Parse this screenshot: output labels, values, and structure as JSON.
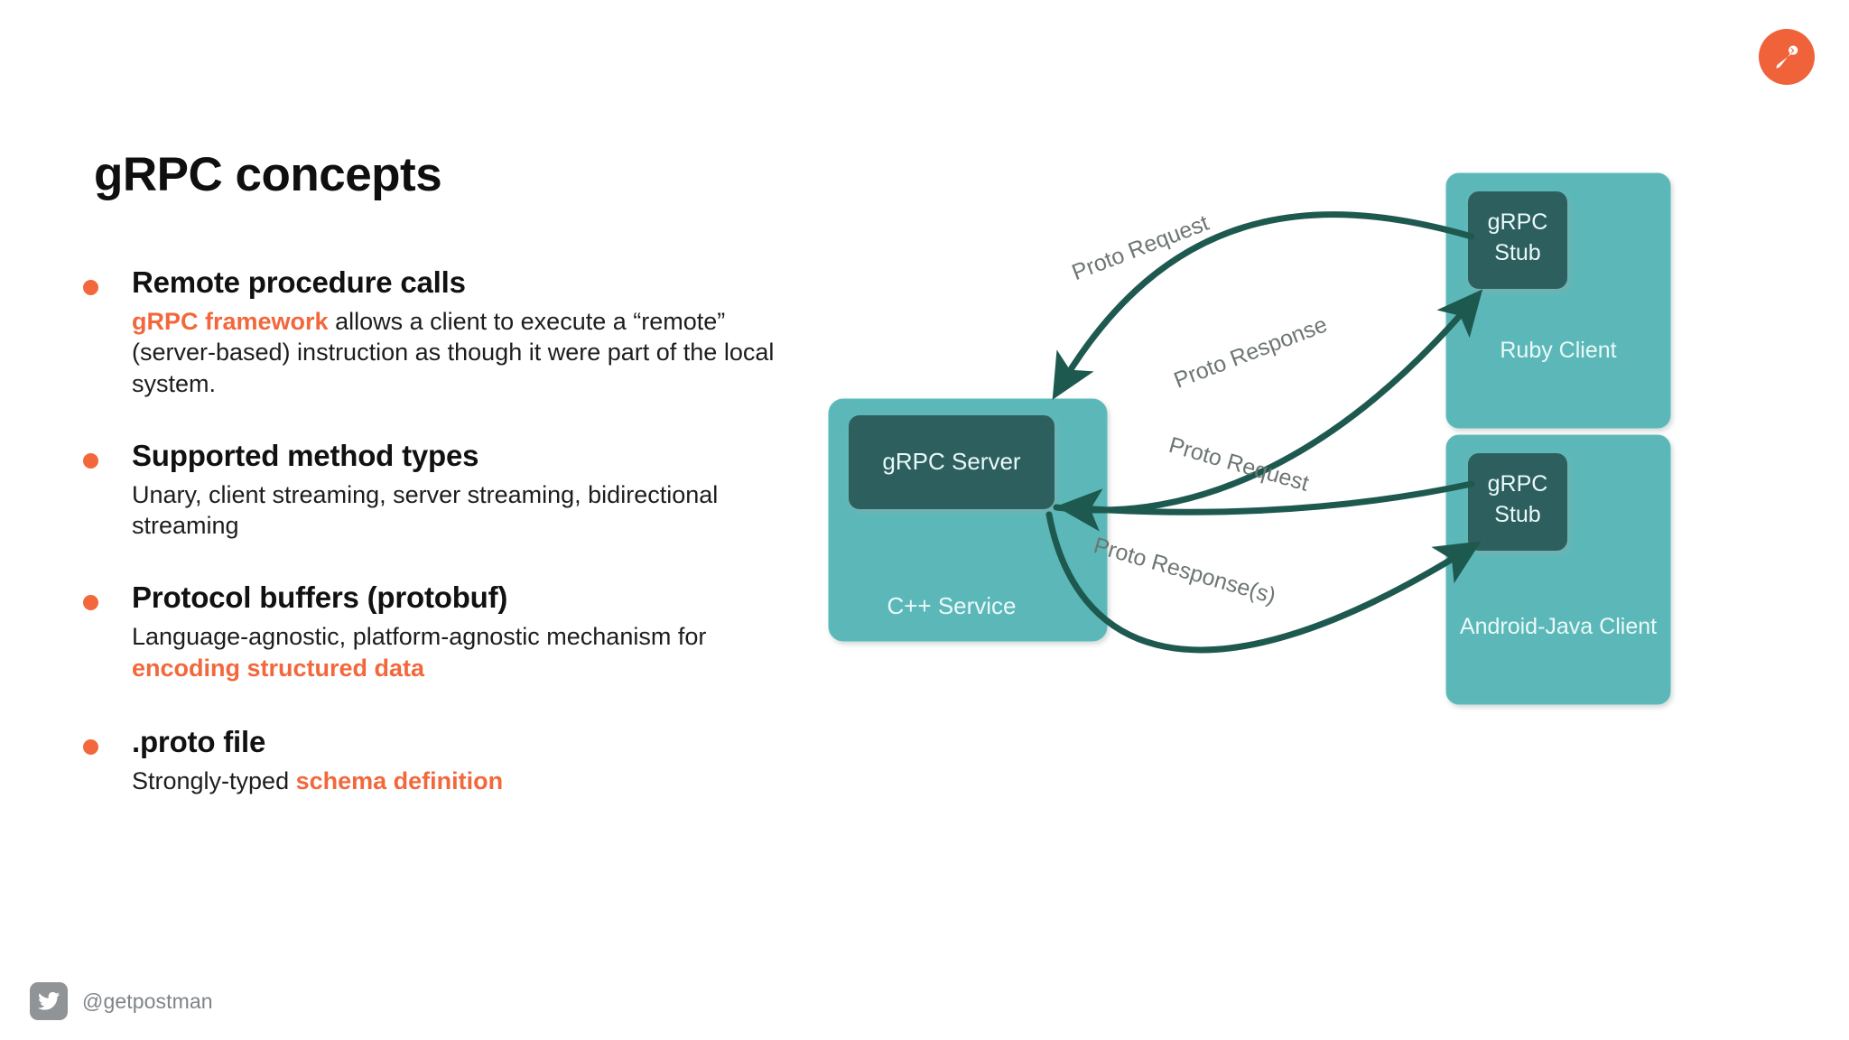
{
  "slide": {
    "title": "gRPC concepts",
    "accent_color": "#f2683c",
    "background_color": "#ffffff",
    "text_color": "#111111"
  },
  "brand": {
    "logo_icon": "postman-rocket-icon",
    "logo_background": "#f0623a"
  },
  "bullets": [
    {
      "heading": "Remote procedure calls",
      "body_parts": [
        {
          "text": "gRPC framework",
          "highlight": true
        },
        {
          "text": " allows a client to execute a “remote” (server-based) instruction as though it were part of the local system.",
          "highlight": false
        }
      ]
    },
    {
      "heading": "Supported method types",
      "body_parts": [
        {
          "text": "Unary, client streaming, server streaming, bidirectional streaming",
          "highlight": false
        }
      ]
    },
    {
      "heading": "Protocol buffers (protobuf)",
      "body_parts": [
        {
          "text": "Language-agnostic, platform-agnostic mechanism for ",
          "highlight": false
        },
        {
          "text": "encoding structured data",
          "highlight": true
        }
      ]
    },
    {
      "heading": ".proto file",
      "body_parts": [
        {
          "text": "Strongly-typed ",
          "highlight": false
        },
        {
          "text": "schema definition",
          "highlight": true
        }
      ]
    }
  ],
  "diagram": {
    "colors": {
      "panel_fill": "#5bb8b8",
      "panel_stroke": "#57b0b0",
      "inner_fill": "#2d5e5e",
      "arrow": "#1e5950",
      "label_text": "#6b7470",
      "panel_label_text": "#e8f7f7"
    },
    "nodes": [
      {
        "id": "server-panel",
        "label": "C++ Service",
        "inner_label": "gRPC Server"
      },
      {
        "id": "ruby-panel",
        "label": "Ruby Client",
        "inner_label": "gRPC Stub",
        "inner_label_line1": "gRPC",
        "inner_label_line2": "Stub"
      },
      {
        "id": "android-panel",
        "label": "Android-Java Client",
        "inner_label": "gRPC Stub",
        "inner_label_line1": "gRPC",
        "inner_label_line2": "Stub"
      }
    ],
    "edges": [
      {
        "id": "ruby-request",
        "label": "Proto Request",
        "from": "ruby-stub",
        "to": "grpc-server"
      },
      {
        "id": "ruby-response",
        "label": "Proto Response",
        "from": "grpc-server",
        "to": "ruby-stub"
      },
      {
        "id": "android-request",
        "label": "Proto Request",
        "from": "android-stub",
        "to": "grpc-server"
      },
      {
        "id": "android-response",
        "label": "Proto Response(s)",
        "from": "grpc-server",
        "to": "android-stub"
      }
    ]
  },
  "footer": {
    "icon": "twitter-bird-icon",
    "handle": "@getpostman"
  }
}
